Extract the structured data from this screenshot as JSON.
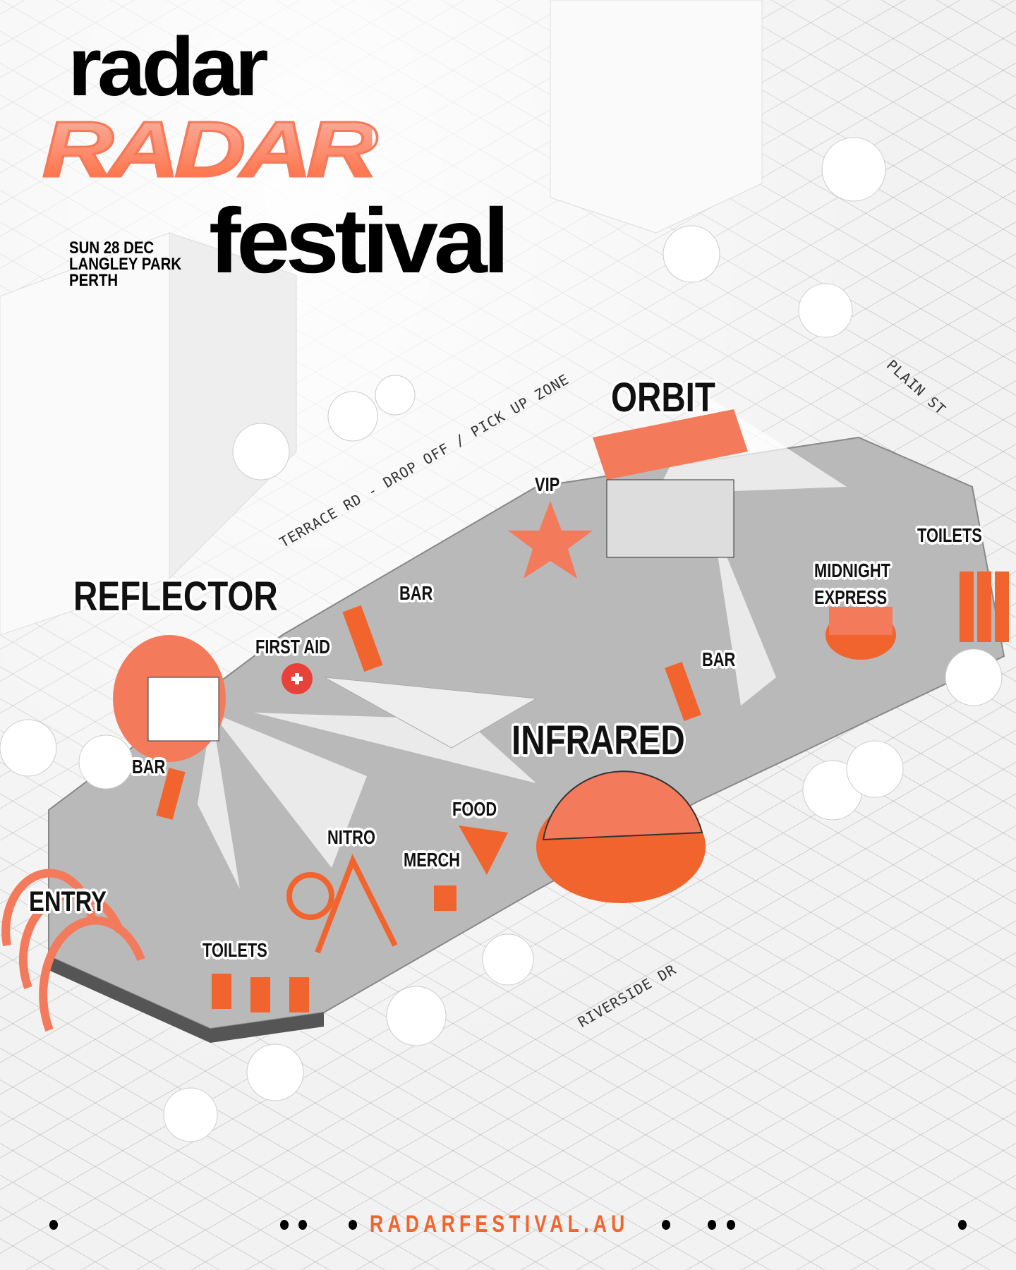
{
  "header": {
    "logo_top": "radar",
    "logo_bubble": "RADAR",
    "logo_bottom": "festival",
    "date": "SUN 28 DEC",
    "venue": "LANGLEY PARK",
    "city": "PERTH"
  },
  "stages": {
    "orbit": "ORBIT",
    "reflector": "REFLECTOR",
    "infrared": "INFRARED",
    "midnight_express_1": "MIDNIGHT",
    "midnight_express_2": "EXPRESS",
    "nitro": "NITRO"
  },
  "amenities": {
    "vip": "VIP",
    "toilets_right": "TOILETS",
    "bar_top": "BAR",
    "first_aid": "FIRST AID",
    "bar_right": "BAR",
    "bar_left": "BAR",
    "food": "FOOD",
    "merch": "MERCH",
    "entry": "ENTRY",
    "toilets_left": "TOILETS"
  },
  "roads": {
    "terrace": "TERRACE RD - DROP OFF / PICK UP ZONE",
    "plain": "PLAIN ST",
    "riverside": "RIVERSIDE DR"
  },
  "footer": {
    "url": "RADARFESTIVAL.AU"
  },
  "colors": {
    "accent": "#f2642e",
    "park": "#b9b9b9",
    "text": "#111111"
  }
}
